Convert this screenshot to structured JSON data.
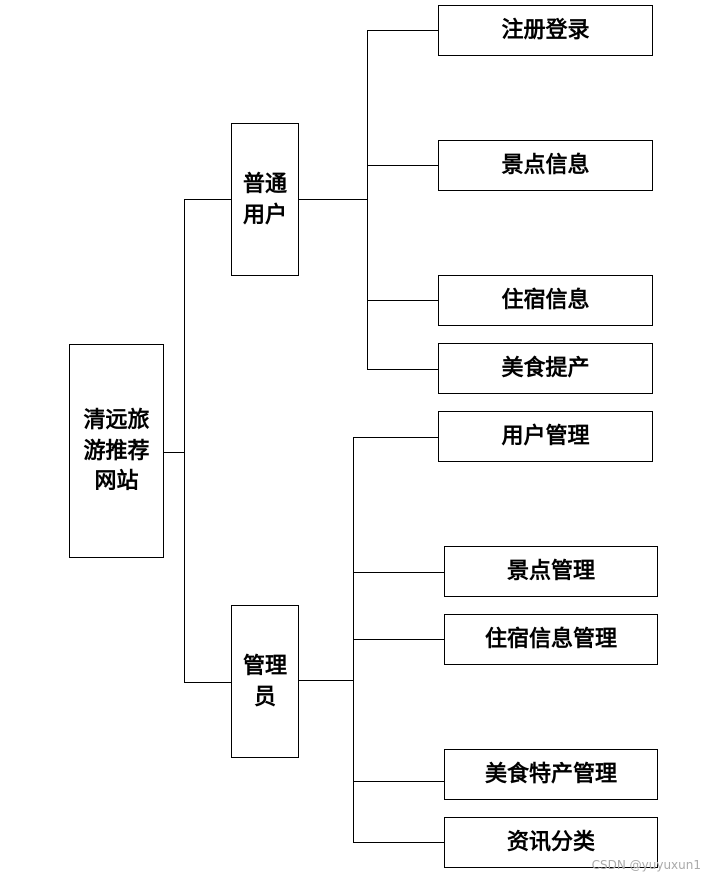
{
  "root": {
    "label": "清远旅\n游推荐\n网站"
  },
  "branches": [
    {
      "label": "普通\n用户",
      "children": [
        "注册登录",
        "景点信息",
        "住宿信息",
        "美食提产"
      ]
    },
    {
      "label": "管理\n员",
      "children": [
        "用户管理",
        "景点管理",
        "住宿信息管理",
        "美食特产管理",
        "资讯分类"
      ]
    }
  ],
  "watermark": "CSDN @yuyuxun1"
}
